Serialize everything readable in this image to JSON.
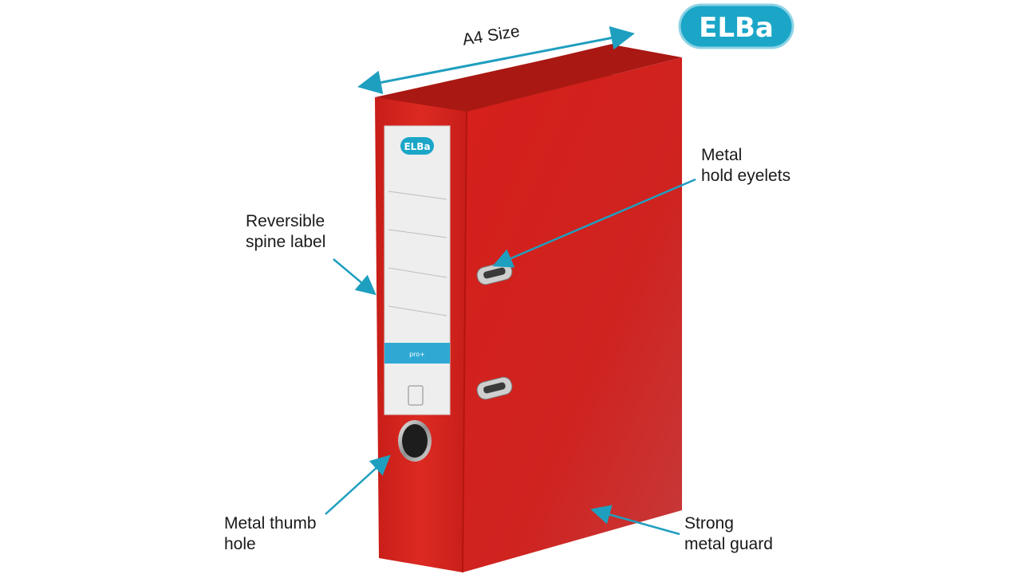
{
  "brand": {
    "logo_text": "ELBa",
    "spine_logo_text": "ELBa",
    "label_strip_text": "pro+",
    "colors": {
      "logo_teal": "#1ba6c8",
      "binder_red": "#d7261e",
      "arrow_teal": "#1f9fbf"
    }
  },
  "callouts": {
    "a4_size": "A4 Size",
    "eyelets": [
      "Metal",
      "hold eyelets"
    ],
    "spine_label": [
      "Reversible",
      "spine label"
    ],
    "thumb_hole": [
      "Metal thumb",
      "hole"
    ],
    "metal_guard": [
      "Strong",
      "metal guard"
    ]
  }
}
